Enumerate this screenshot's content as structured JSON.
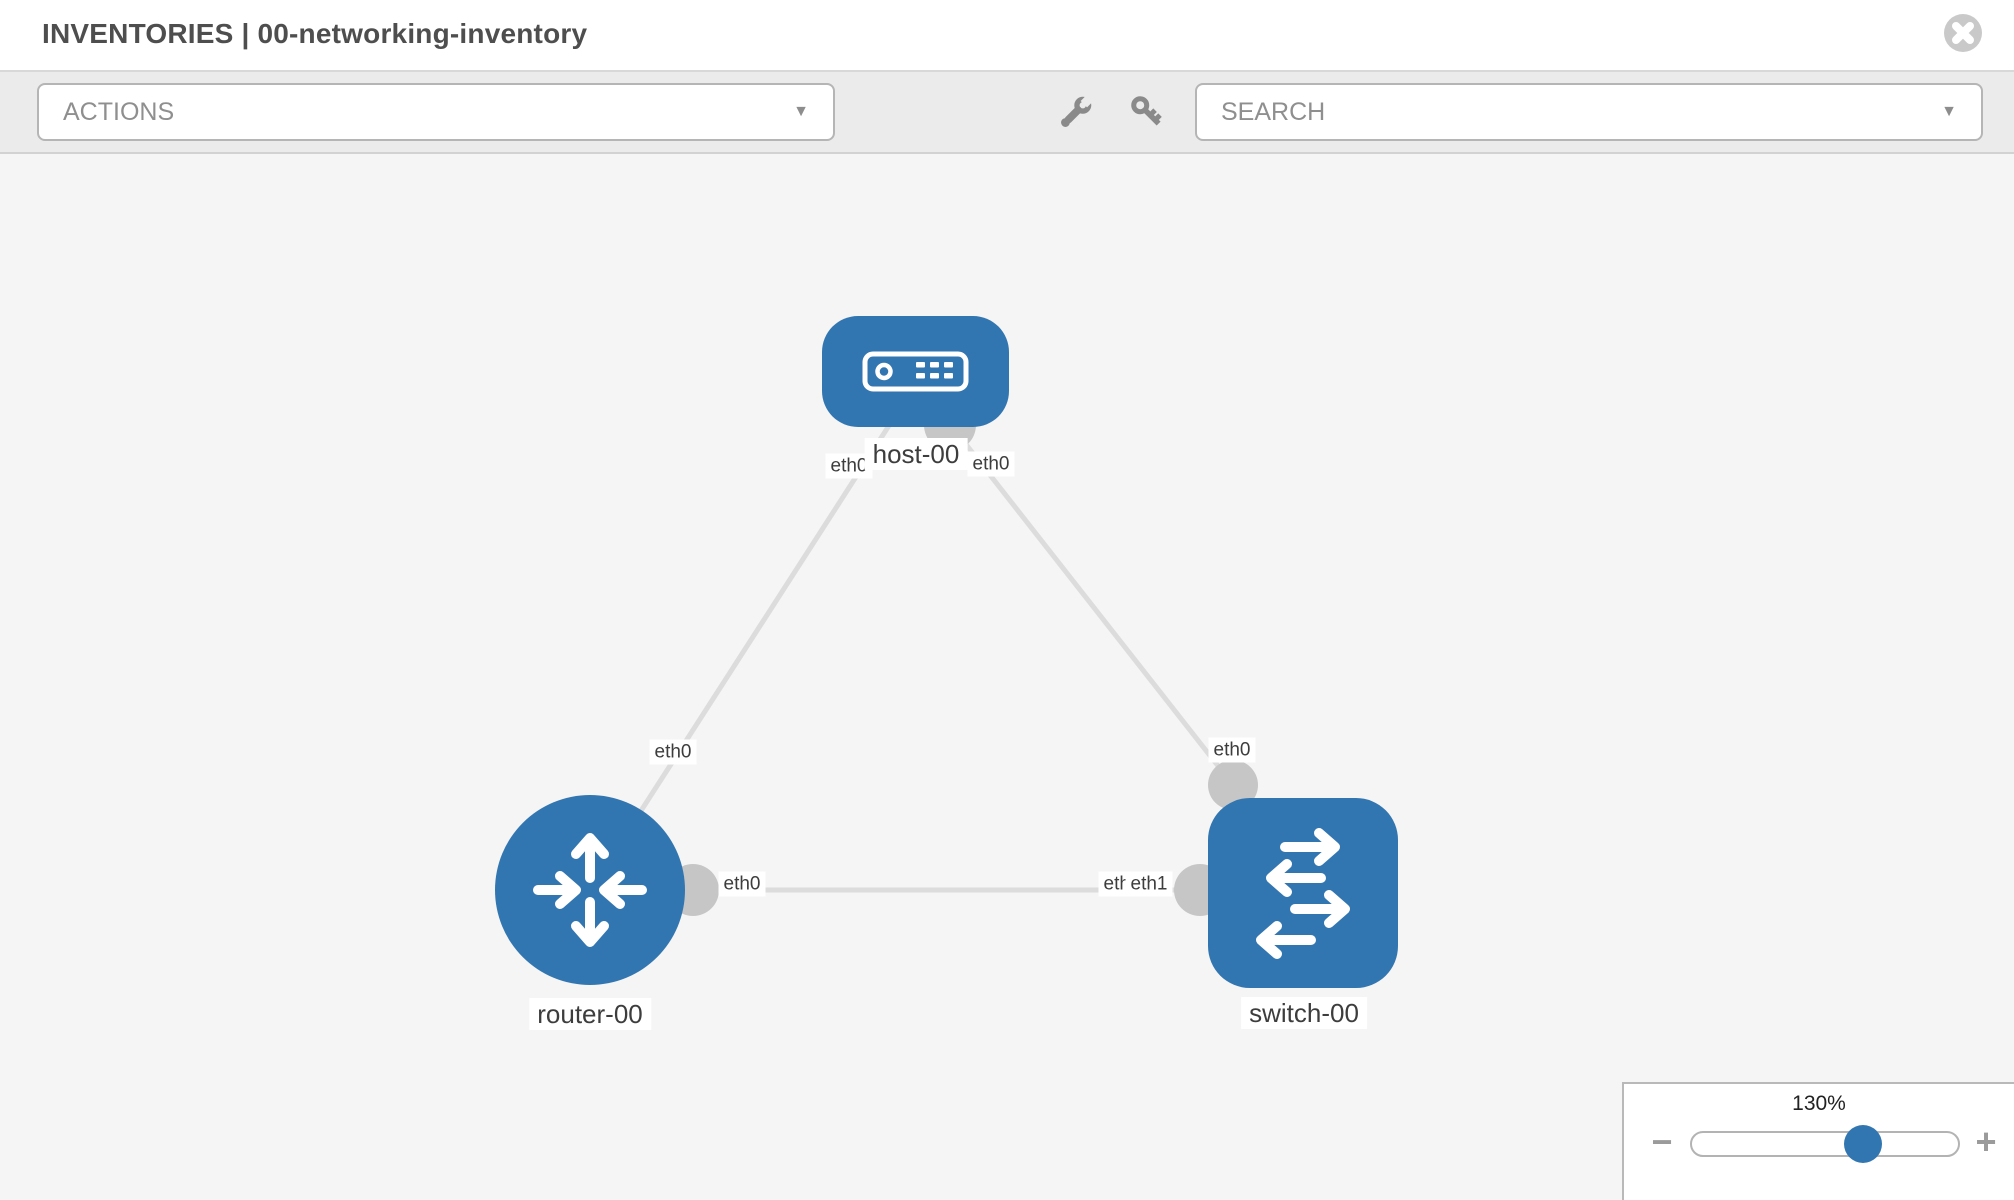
{
  "header": {
    "title": "INVENTORIES | 00-networking-inventory"
  },
  "toolbar": {
    "actions_label": "ACTIONS",
    "search_placeholder": "SEARCH",
    "caret": "▼",
    "icons": [
      "wrench-icon",
      "key-icon"
    ]
  },
  "topology": {
    "nodes": [
      {
        "id": "host-00",
        "type": "host",
        "label": "host-00"
      },
      {
        "id": "router-00",
        "type": "router",
        "label": "router-00"
      },
      {
        "id": "switch-00",
        "type": "switch",
        "label": "switch-00"
      }
    ],
    "links": [
      {
        "from": "host-00",
        "to": "router-00"
      },
      {
        "from": "host-00",
        "to": "switch-00"
      },
      {
        "from": "router-00",
        "to": "switch-00"
      }
    ],
    "interface_labels": {
      "host_to_router": "eth0",
      "host_to_switch": "eth0",
      "router_to_host": "eth0",
      "switch_to_host": "eth0",
      "router_to_switch": "eth0",
      "switch_to_router_back": "eth0",
      "switch_to_router_front": "eth1"
    }
  },
  "zoom_control": {
    "level": "130%",
    "minus_label": "−",
    "plus_label": "+"
  },
  "colors": {
    "node_blue": "#3276b1",
    "connector_gray": "#c6c6c6",
    "link_gray": "#dcdcdc",
    "canvas_bg": "#f5f5f5"
  }
}
